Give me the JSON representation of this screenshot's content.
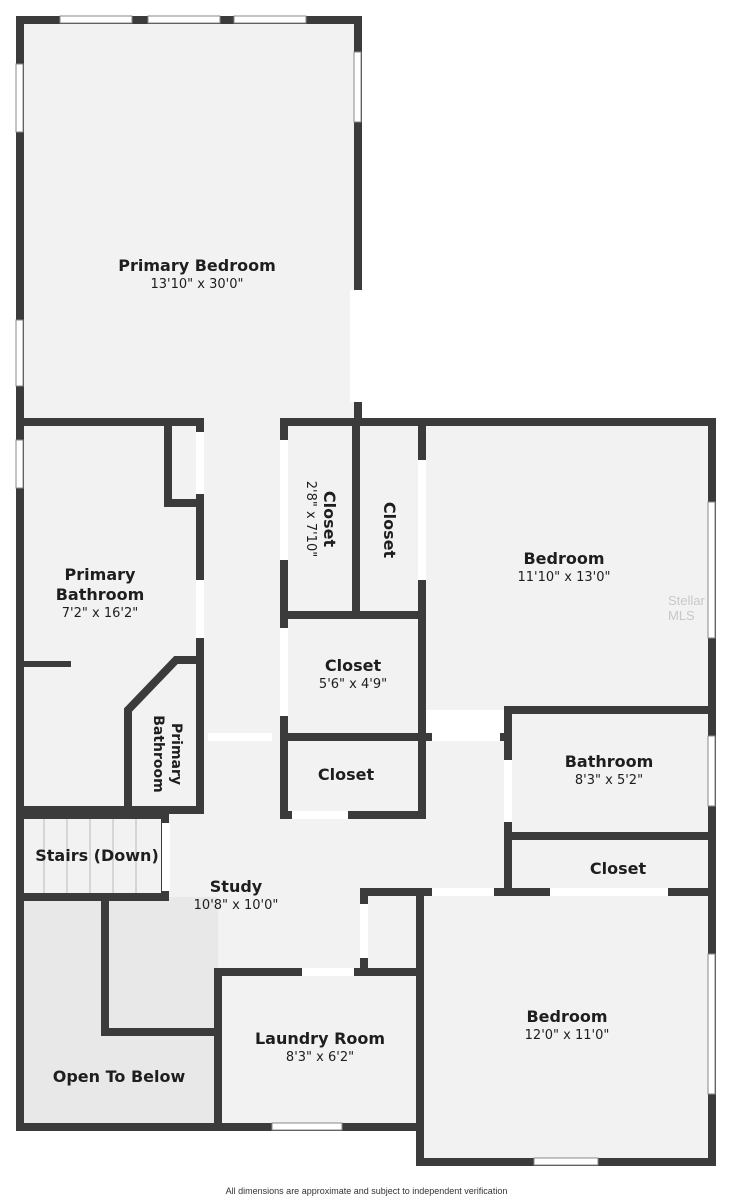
{
  "rooms": {
    "primary_bedroom": {
      "name": "Primary Bedroom",
      "dim": "13'10\" x 30'0\""
    },
    "primary_bathroom": {
      "name": "Primary\nBathroom",
      "dim": "7'2\" x 16'2\""
    },
    "primary_bathroom_small": {
      "name": "Primary\nBathroom"
    },
    "closet_a": {
      "name": "Closet",
      "dim": "2'8\" x 7'10\""
    },
    "closet_b": {
      "name": "Closet"
    },
    "closet_c": {
      "name": "Closet",
      "dim": "5'6\" x 4'9\""
    },
    "closet_d": {
      "name": "Closet"
    },
    "closet_e": {
      "name": "Closet"
    },
    "bedroom_1": {
      "name": "Bedroom",
      "dim": "11'10\" x 13'0\""
    },
    "bathroom": {
      "name": "Bathroom",
      "dim": "8'3\" x 5'2\""
    },
    "stairs": {
      "name": "Stairs (Down)"
    },
    "study": {
      "name": "Study",
      "dim": "10'8\" x 10'0\""
    },
    "laundry": {
      "name": "Laundry Room",
      "dim": "8'3\" x 6'2\""
    },
    "bedroom_2": {
      "name": "Bedroom",
      "dim": "12'0\" x 11'0\""
    },
    "open_below": {
      "name": "Open To Below"
    }
  },
  "watermark": "Stellar MLS",
  "disclaimer": "All dimensions are approximate and subject to independent verification"
}
